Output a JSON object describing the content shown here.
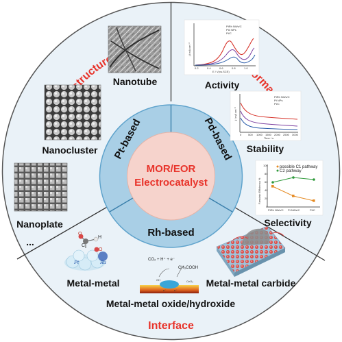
{
  "center": {
    "line1": "MOR/EOR",
    "line2": "Electrocatalyst"
  },
  "ring": {
    "left": "Pt-based",
    "right": "Pd-based",
    "bottom": "Rh-based"
  },
  "quadrants": {
    "nanostructure": {
      "title": "Nanostructure",
      "items": [
        "Nanotube",
        "Nanocluster",
        "Nanoplate",
        "..."
      ]
    },
    "performance": {
      "title": "Performance",
      "items": [
        "Activity",
        "Stability",
        "Selectivity"
      ]
    },
    "interface": {
      "title": "Interface",
      "items": [
        "Metal-metal",
        "Metal-metal oxide/hydroxide",
        "Metal-metal carbide"
      ]
    }
  },
  "insets": {
    "activity": {
      "legend": [
        "PtRh NWs/C",
        "Pt4 NPs",
        "Pt/C"
      ],
      "xlabel": "E / V(vs.SCE)",
      "ylabel": "j / mA cm⁻²",
      "xticks": [
        "0.2",
        "0.4",
        "0.6",
        "0.8",
        "1.0"
      ]
    },
    "stability": {
      "legend": [
        "PtRh NWs/C",
        "Pt NPs",
        "Pt/C"
      ],
      "xlabel": "Time / s",
      "ylabel": "j / mA cm⁻²",
      "xticks": [
        "0",
        "500",
        "1000",
        "1500",
        "2000",
        "2500",
        "3000"
      ]
    },
    "selectivity": {
      "legend": [
        "possible C1 pathway",
        "C2 pathway"
      ],
      "ylabel": "Faradaic Efficiency %",
      "categories": [
        "PtRh NWs/C",
        "Pt NWs/C",
        "Pt/C"
      ],
      "yticks": [
        "100",
        "80",
        "60",
        "40",
        "20",
        "0"
      ]
    },
    "metal_metal": {
      "labels": [
        "O",
        "C",
        "H",
        "O",
        "Pt",
        "Ru"
      ]
    },
    "oxide": {
      "labels": [
        "CO₂ + H⁺ + e⁻",
        "CH₃COOH",
        "OH",
        "e⁻",
        "e⁻",
        "CeO₂"
      ]
    }
  },
  "colors": {
    "accent": "#e8332a",
    "outer": "#eaf2f8",
    "ring": "#a9cfe6",
    "ring_stroke": "#5fa3cc",
    "center": "#f6d3cc"
  }
}
